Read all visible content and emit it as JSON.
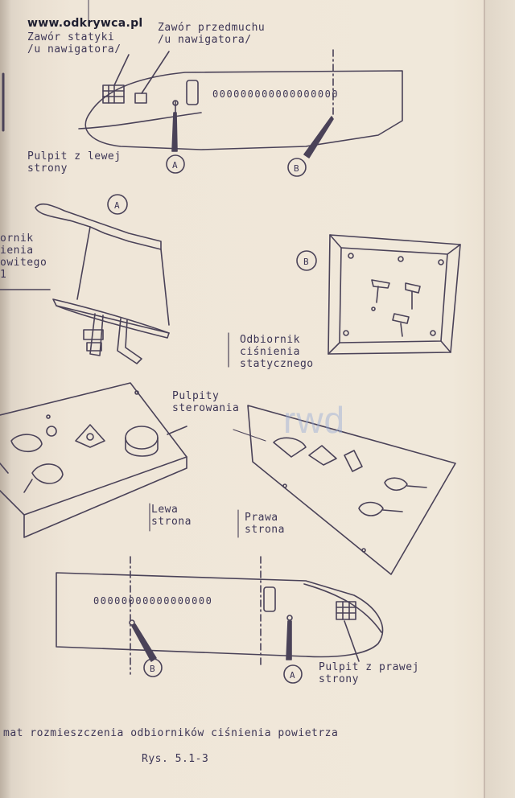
{
  "watermark": "www.odkrywca.pl",
  "watermark_faint": "rwd",
  "top_section": {
    "label_static_valve": "Zawór statyki\n/u nawigatora/",
    "label_purge_valve": "Zawór przedmuchu\n/u nawigatora/",
    "label_left_panel": "Pulpit z lewej\nstrony",
    "marker_a": "A",
    "marker_b": "B"
  },
  "middle_section": {
    "detail_a": "A",
    "detail_b": "B",
    "label_cut_receiver": "ornik\nienia\nowitego\n1",
    "label_static_receiver": "Odbiornik\nciśnienia\nstatycznego",
    "label_control_panels": "Pulpity\nsterowania",
    "label_left_side": "Lewa\nstrona",
    "label_right_side": "Prawa\nstrona"
  },
  "bottom_section": {
    "label_right_panel": "Pulpit z prawej\nstrony",
    "marker_a": "A",
    "marker_b": "B"
  },
  "portholes_top": "000000000000000000",
  "portholes_bottom": "00000000000000000",
  "caption": "mat rozmieszczenia odbiorników ciśnienia powietrza",
  "figure_number": "Rys. 5.1-3"
}
